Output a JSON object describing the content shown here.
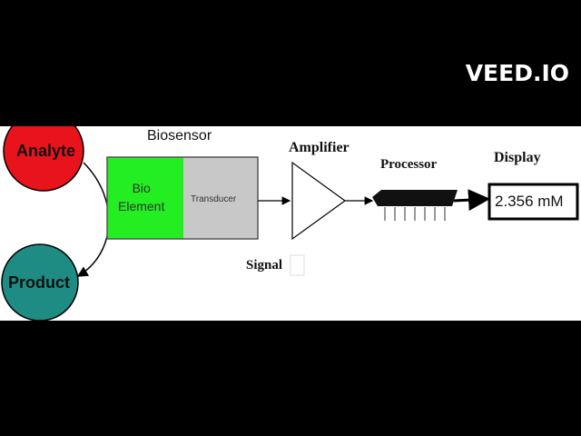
{
  "watermark": "VEED.IO",
  "diagram": {
    "analyte": "Analyte",
    "product": "Product",
    "biosensor_title": "Biosensor",
    "bio_element": "Bio\nElement",
    "transducer": "Transducer",
    "amplifier": "Amplifier",
    "processor": "Processor",
    "display_label": "Display",
    "display_value": "2.356 mM",
    "signal": "Signal"
  },
  "colors": {
    "analyte_fill": "#e8131b",
    "product_fill": "#1f8c83",
    "bio_element_fill": "#22ee22",
    "transducer_fill": "#c8c8c8"
  }
}
